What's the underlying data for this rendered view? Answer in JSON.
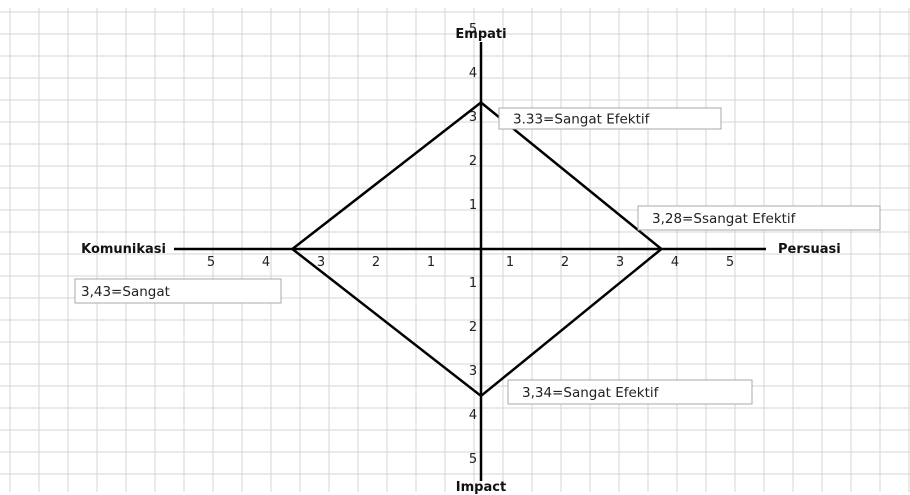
{
  "chart_data": {
    "type": "radar",
    "axes": [
      {
        "key": "top",
        "name": "Empati",
        "value": 3.33
      },
      {
        "key": "right",
        "name": "Persuasi",
        "value": 3.28
      },
      {
        "key": "bottom",
        "name": "Impact",
        "value": 3.34
      },
      {
        "key": "left",
        "name": "Komunikasi",
        "value": 3.43
      }
    ],
    "scale": [
      1,
      2,
      3,
      4,
      5
    ],
    "range": [
      0,
      5
    ],
    "grid": true,
    "annotations": [
      {
        "axis": "top",
        "text": "3.33=Sangat Efektif"
      },
      {
        "axis": "right",
        "text": "3,28=Ssangat Efektif"
      },
      {
        "axis": "bottom",
        "text": "3,34=Sangat Efektif"
      },
      {
        "axis": "left",
        "text": "3,43=Sangat"
      }
    ],
    "colors": {
      "line": "#000000",
      "grid": "#d4d4d4",
      "box_border": "#a9a9a9"
    }
  }
}
